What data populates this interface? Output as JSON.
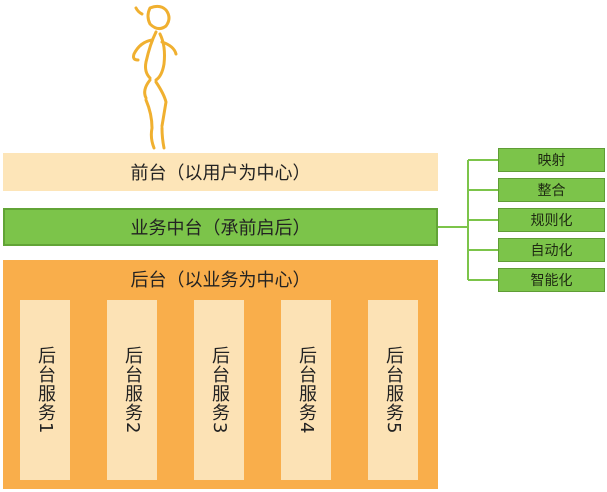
{
  "layers": {
    "front": "前台（以用户为中心）",
    "middle": "业务中台（承前启后）",
    "back": "后台（以业务为中心）"
  },
  "services": [
    "后台服务1",
    "后台服务2",
    "后台服务3",
    "后台服务4",
    "后台服务5"
  ],
  "capabilities": [
    "映射",
    "整合",
    "规则化",
    "自动化",
    "智能化"
  ],
  "colors": {
    "front": "#fde5b8",
    "middle": "#7cc44a",
    "back": "#f9ae4b",
    "service": "#fce2b5",
    "figure": "#f0b030"
  },
  "icons": {
    "figure": "running-person-icon"
  }
}
